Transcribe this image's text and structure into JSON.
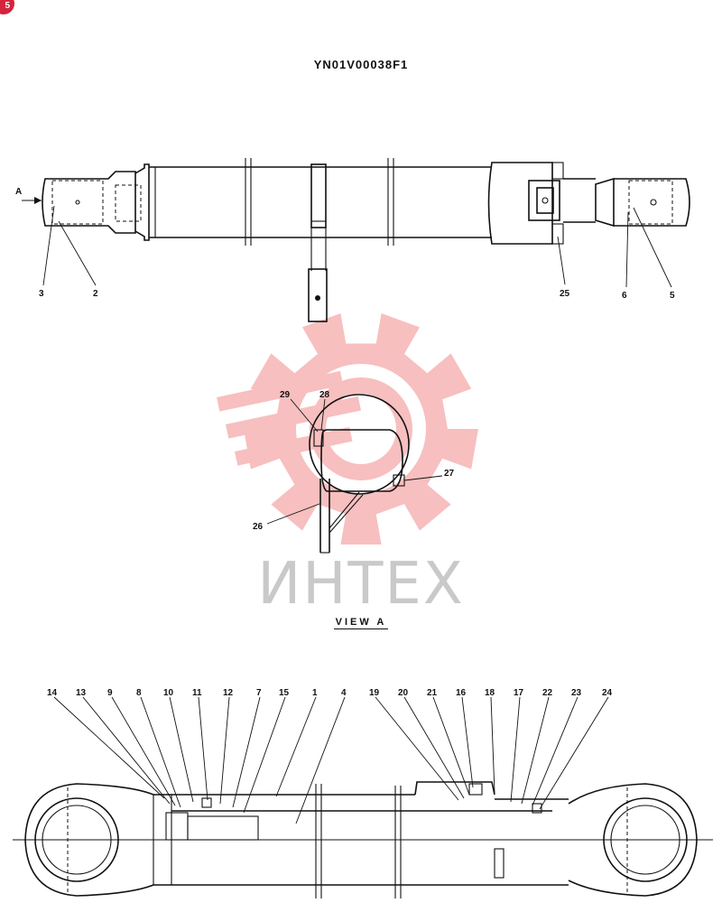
{
  "header": {
    "drawing_number": "YN01V00038F1",
    "corner_badge": "5"
  },
  "watermark": {
    "text": "ИНТЕХ",
    "color": "#f28b8b"
  },
  "view_a": {
    "label": "VIEW A",
    "arrow_label": "A"
  },
  "top_view_callouts": [
    "3",
    "2",
    "25",
    "6",
    "5"
  ],
  "view_a_callouts": [
    "29",
    "28",
    "27",
    "26"
  ],
  "section_callouts": [
    "14",
    "13",
    "9",
    "8",
    "10",
    "11",
    "12",
    "7",
    "15",
    "1",
    "4",
    "19",
    "20",
    "21",
    "16",
    "18",
    "17",
    "22",
    "23",
    "24"
  ]
}
